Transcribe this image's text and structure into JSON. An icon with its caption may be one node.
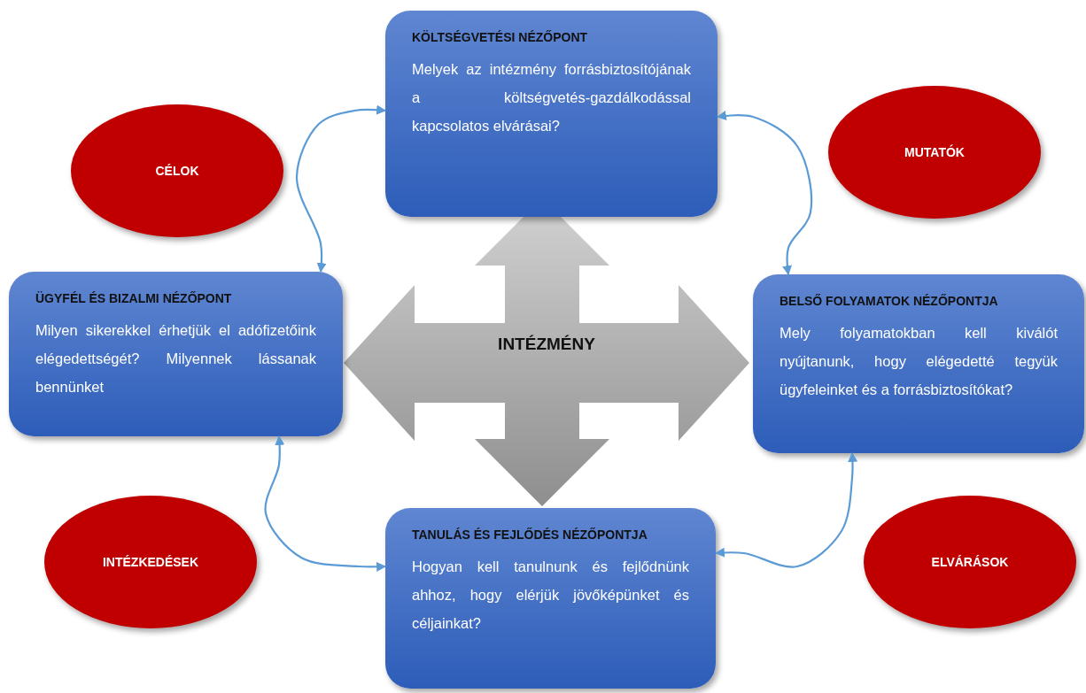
{
  "diagram": {
    "nodes": [
      {
        "text": [
          "KÖLTSÉGVETÉSI NÉZŐPONT",
          "Melyek az intézmény forrásbiztosítójának a költségvetés-gazdálkodással kapcsolatos elvárásai?"
        ]
      },
      {
        "text": [
          "CÉLOK"
        ]
      },
      {
        "text": [
          "MUTATÓK"
        ]
      },
      {
        "text": [
          "ÜGYFÉL ÉS BIZALMI NÉZŐPONT",
          "Milyen sikerekkel érhetjük el adófizetőink elégedettségét? Milyennek lássanak bennünket"
        ]
      },
      {
        "text": [
          "INTÉZMÉNY"
        ]
      },
      {
        "text": [
          "BELSŐ FOLYAMATOK NÉZŐPONTJA",
          "Mely folyamatokban kell kiválót nyújtanunk, hogy elégedetté tegyük ügyfeleinket és a forrásbiztosítókat?"
        ]
      },
      {
        "text": [
          "INTÉZKEDÉSEK"
        ]
      },
      {
        "text": [
          "TANULÁS ÉS FEJLŐDÉS NÉZŐPONTJA",
          "Hogyan kell tanulnunk és fejlődnünk ahhoz, hogy elérjük jövőképünket és céljainkat?"
        ]
      },
      {
        "text": [
          "ELVÁRÁSOK"
        ]
      }
    ],
    "edges": [
      {
        "from": 3,
        "to": 0,
        "arrow": "both"
      },
      {
        "from": 0,
        "to": 5,
        "arrow": "both"
      },
      {
        "from": 3,
        "to": 7,
        "arrow": "both"
      },
      {
        "from": 7,
        "to": 5,
        "arrow": "both"
      }
    ]
  }
}
